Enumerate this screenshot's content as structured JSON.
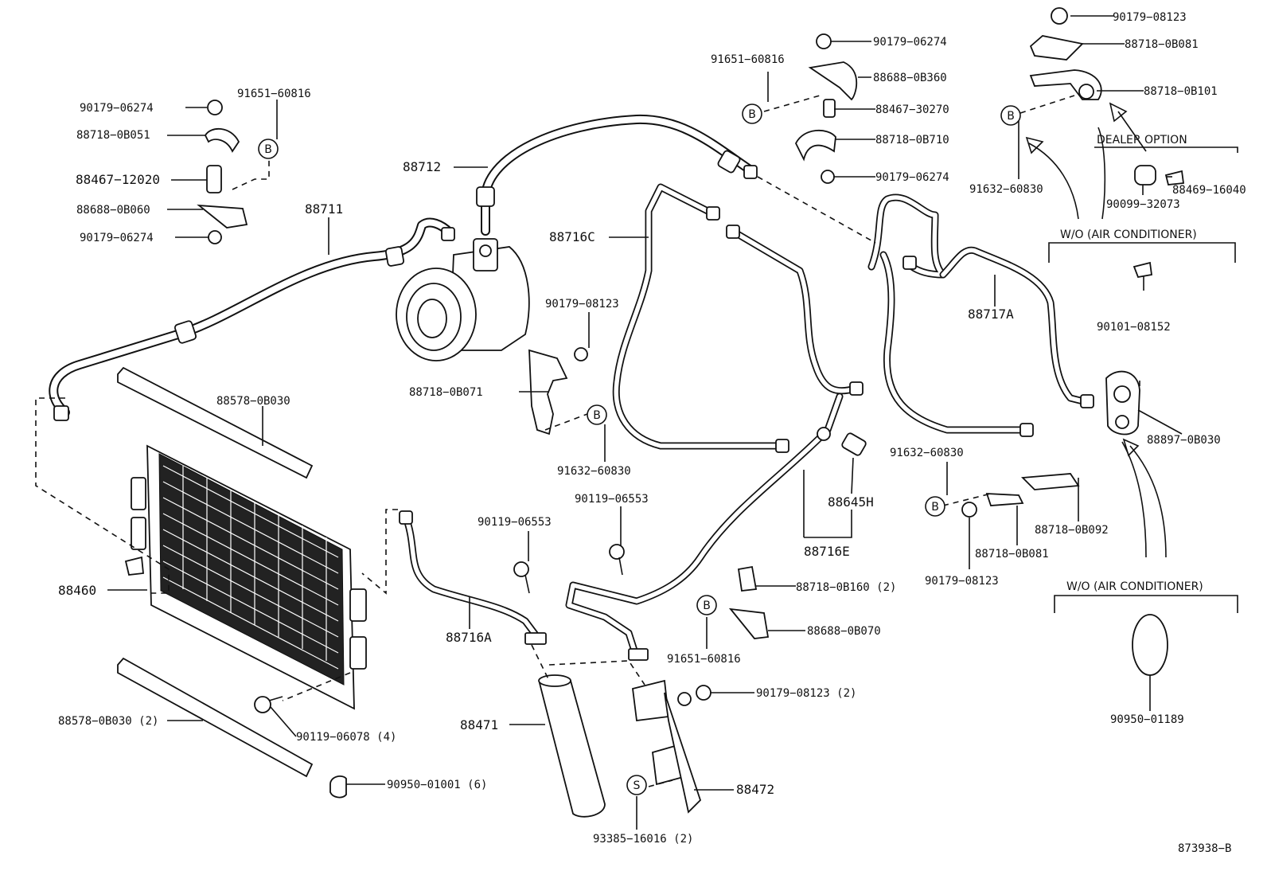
{
  "labels": {
    "p90179_08123_tr": "90179−08123",
    "p88718_0B081_tr": "88718−0B081",
    "p88718_0B101": "88718−0B101",
    "dealer_option": "DEALER OPTION",
    "p88469_16040": "88469−16040",
    "p90099_32073": "90099−32073",
    "p91632_60830_tr": "91632−60830",
    "wo_ac_1": "W/O (AIR CONDITIONER)",
    "p90101_08152": "90101−08152",
    "p90179_06274_top": "90179−06274",
    "p91651_60816_top": "91651−60816",
    "p88688_0B360": "88688−0B360",
    "p88467_30270": "88467−30270",
    "p88718_0B710": "88718−0B710",
    "p90179_06274_mid": "90179−06274",
    "p88712": "88712",
    "p90179_06274_left1": "90179−06274",
    "p91651_60816_left": "91651−60816",
    "p88718_0B051": "88718−0B051",
    "p88467_12020": "88467−12020",
    "p88688_0B060": "88688−0B060",
    "p90179_06274_left2": "90179−06274",
    "p88711": "88711",
    "p88716C": "88716C",
    "p90179_08123_mid": "90179−08123",
    "p88718_0B071": "88718−0B071",
    "p91632_60830_mid": "91632−60830",
    "p88717A": "88717A",
    "p88578_0B030": "88578−0B030",
    "p88897_0B030": "88897−0B030",
    "p91632_60830_right": "91632−60830",
    "p88645H": "88645H",
    "p88716E": "88716E",
    "p88718_0B092": "88718−0B092",
    "p88718_0B081_r": "88718−0B081",
    "p90179_08123_r": "90179−08123",
    "wo_ac_2": "W/O (AIR CONDITIONER)",
    "p90119_06553_a": "90119−06553",
    "p90119_06553_b": "90119−06553",
    "p88460": "88460",
    "p88716A": "88716A",
    "p88718_0B160": "88718−0B160 (2)",
    "p88688_0B070": "88688−0B070",
    "p91651_60816_bot": "91651−60816",
    "p90179_08123_2": "90179−08123 (2)",
    "p88578_0B030_2": "88578−0B030 (2)",
    "p90119_06078": "90119−06078 (4)",
    "p88471": "88471",
    "p90950_01189": "90950−01189",
    "p90950_01001": "90950−01001 (6)",
    "p88472": "88472",
    "p93385_16016": "93385−16016 (2)",
    "ref": "873938−B",
    "marker_b": "B",
    "marker_s": "S"
  }
}
